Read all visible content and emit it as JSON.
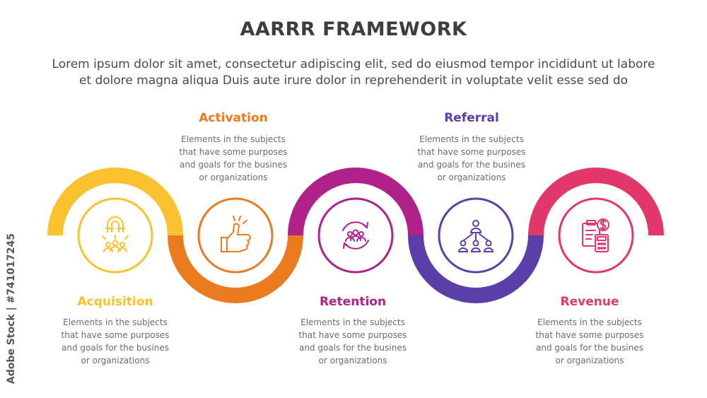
{
  "title": "AARRR FRAMEWORK",
  "subtitle": {
    "line1": "Lorem ipsum dolor sit amet, consectetur adipiscing elit, sed do eiusmod tempor incididunt ut labore",
    "line2": "et dolore magna aliqua Duis aute irure dolor in reprehenderit in voluptate velit esse sed do"
  },
  "stages": [
    {
      "label": "Acquisition",
      "color": "#f9c22e",
      "icon": "magnet-people-icon",
      "desc": [
        "Elements in the subjects",
        "that have some purposes",
        "and goals for the  busines",
        "or organizations"
      ]
    },
    {
      "label": "Activation",
      "color": "#ec7a1f",
      "icon": "thumbs-up-icon",
      "desc": [
        "Elements in the subjects",
        "that have some purposes",
        "and goals for the  busines",
        "or organizations"
      ]
    },
    {
      "label": "Retention",
      "color": "#b02189",
      "icon": "people-cycle-icon",
      "desc": [
        "Elements in the subjects",
        "that have some purposes",
        "and goals for the  busines",
        "or organizations"
      ]
    },
    {
      "label": "Referral",
      "color": "#5a3fa8",
      "icon": "network-hierarchy-icon",
      "desc": [
        "Elements in the subjects",
        "that have some purposes",
        "and goals for the  busines",
        "or organizations"
      ]
    },
    {
      "label": "Revenue",
      "color": "#e2376a",
      "icon": "clipboard-calculator-icon",
      "desc": [
        "Elements in the subjects",
        "that have some purposes",
        "and goals for the  busines",
        "or organizations"
      ]
    }
  ],
  "watermark": "Adobe Stock | #741017245"
}
